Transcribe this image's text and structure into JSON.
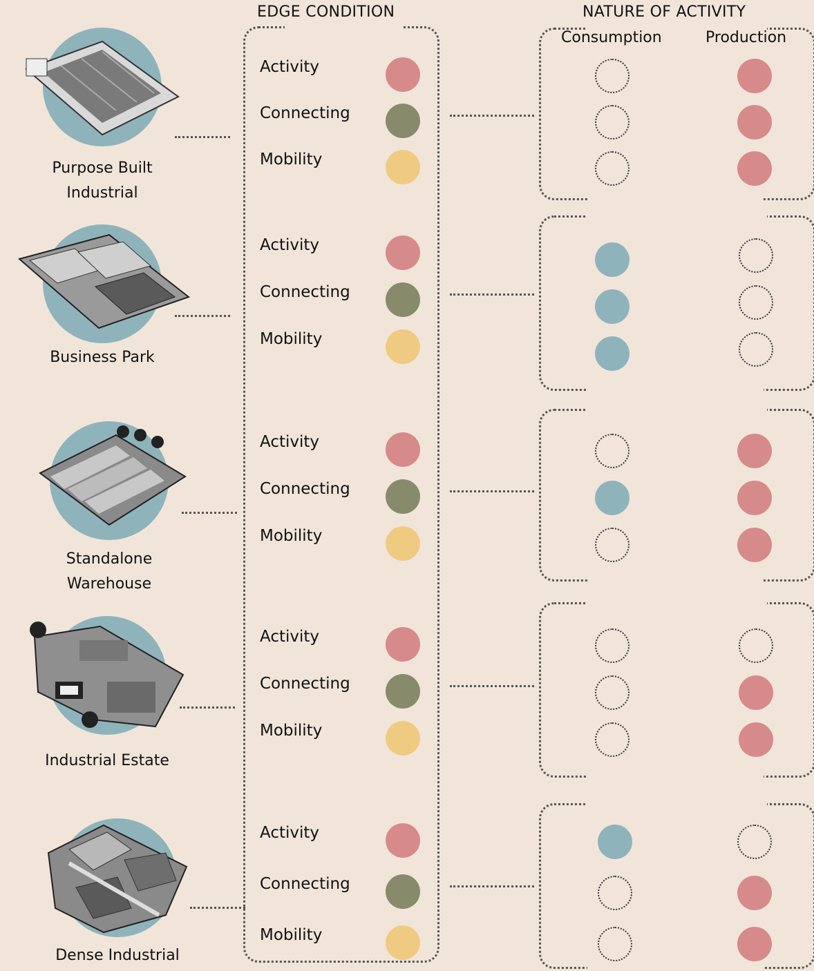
{
  "headers": {
    "edge_condition": "EDGE CONDITION",
    "nature_of_activity": "NATURE OF ACTIVITY",
    "consumption": "Consumption",
    "production": "Production"
  },
  "colors": {
    "background": "#f1e5da",
    "activity": "#d78a8a",
    "connecting": "#888a6c",
    "mobility": "#efcb82",
    "consumption": "#8fb3bb",
    "production": "#d78a8a",
    "photo_circle": "#8fb3bb"
  },
  "edge_labels": [
    "Activity",
    "Connecting",
    "Mobility"
  ],
  "typologies": [
    {
      "name": "Purpose Built Industrial",
      "label_lines": [
        "Purpose Built",
        "Industrial"
      ],
      "consumption": [
        false,
        false,
        false
      ],
      "production": [
        true,
        true,
        true
      ]
    },
    {
      "name": "Business Park",
      "label_lines": [
        "Business Park",
        ""
      ],
      "consumption": [
        true,
        true,
        true
      ],
      "production": [
        false,
        false,
        false
      ]
    },
    {
      "name": "Standalone Warehouse",
      "label_lines": [
        "Standalone",
        "Warehouse"
      ],
      "consumption": [
        false,
        true,
        false
      ],
      "production": [
        true,
        true,
        true
      ]
    },
    {
      "name": "Industrial Estate",
      "label_lines": [
        "Industrial Estate",
        ""
      ],
      "consumption": [
        false,
        false,
        false
      ],
      "production": [
        false,
        true,
        true
      ]
    },
    {
      "name": "Dense Industrial",
      "label_lines": [
        "Dense Industrial",
        ""
      ],
      "consumption": [
        true,
        false,
        false
      ],
      "production": [
        false,
        true,
        true
      ]
    }
  ]
}
